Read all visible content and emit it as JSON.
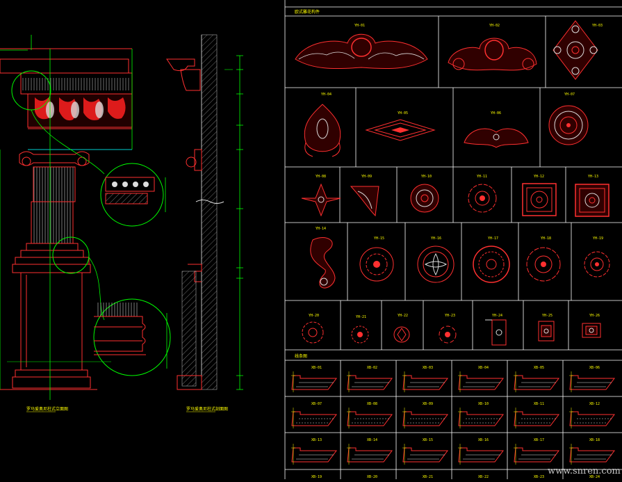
{
  "header_title": "欧式雕花构件",
  "section_title": "线条图",
  "watermark": "www.snren.com",
  "elevation_caption": "罗马爱奥尼柱式立面图",
  "section_caption": "罗马爱奥尼柱式剖面图",
  "ornament_labels": {
    "row1": [
      "YH-01",
      "YH-02",
      "YH-03"
    ],
    "row2": [
      "YH-04",
      "YH-05",
      "YH-06",
      "YH-07"
    ],
    "row3": [
      "YH-08",
      "YH-09",
      "YH-10",
      "YH-11",
      "YH-12",
      "YH-13"
    ],
    "row4": [
      "YH-14",
      "YH-15",
      "YH-16",
      "YH-17",
      "YH-18",
      "YH-19"
    ],
    "row5": [
      "YH-20",
      "YH-21",
      "YH-22",
      "YH-23",
      "YH-24",
      "YH-25",
      "YH-26"
    ]
  },
  "moulding_labels": {
    "row1": [
      "XB-01",
      "XB-02",
      "XB-03",
      "XB-04",
      "XB-05",
      "XB-06"
    ],
    "row2": [
      "XB-07",
      "XB-08",
      "XB-09",
      "XB-10",
      "XB-11",
      "XB-12"
    ],
    "row3": [
      "XB-13",
      "XB-14",
      "XB-15",
      "XB-16",
      "XB-17",
      "XB-18"
    ],
    "row4": [
      "XB-19",
      "XB-20",
      "XB-21",
      "XB-22",
      "XB-23",
      "XB-24"
    ]
  }
}
